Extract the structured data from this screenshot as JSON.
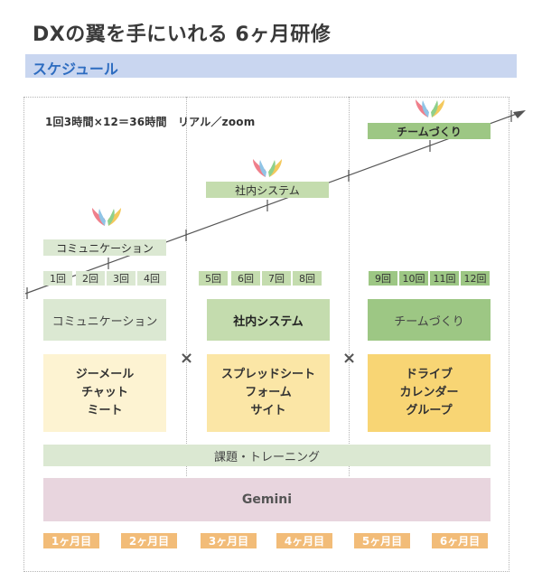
{
  "header": {
    "title": "DXの翼を手にいれる 6ヶ月研修",
    "subtitle": "スケジュール"
  },
  "meta": "1回3時間×12＝36時間　リアル／zoom",
  "stages": [
    {
      "label": "コミュニケーション",
      "theme": "コミュニケーション",
      "tools": [
        "ジーメール",
        "チャット",
        "ミート"
      ],
      "sessions": [
        "1回",
        "2回",
        "3回",
        "4回"
      ]
    },
    {
      "label": "社内システム",
      "theme": "社内システム",
      "tools": [
        "スプレッドシート",
        "フォーム",
        "サイト"
      ],
      "sessions": [
        "5回",
        "6回",
        "7回",
        "8回"
      ]
    },
    {
      "label": "チームづくり",
      "theme": "チームづくり",
      "tools": [
        "ドライブ",
        "カレンダー",
        "グループ"
      ],
      "sessions": [
        "9回",
        "10回",
        "11回",
        "12回"
      ]
    }
  ],
  "cross_symbol": "×",
  "assignment": "課題・トレーニング",
  "platform": "Gemini",
  "months": [
    "1ヶ月目",
    "2ヶ月目",
    "3ヶ月目",
    "4ヶ月目",
    "5ヶ月目",
    "6ヶ月目"
  ],
  "icons": {
    "wing": "wings-icon"
  },
  "colors": {
    "subtitle_bg": "#c9d6f0",
    "subtitle_text": "#2d6cc0",
    "green_light": "#dbe8d2",
    "green_mid": "#c4dcae",
    "green_dark": "#9dc784",
    "yellow_light": "#fdf3d2",
    "yellow_mid": "#fbe6a6",
    "yellow_dark": "#f8d574",
    "pink": "#e8d5de",
    "orange": "#f2bc78"
  }
}
